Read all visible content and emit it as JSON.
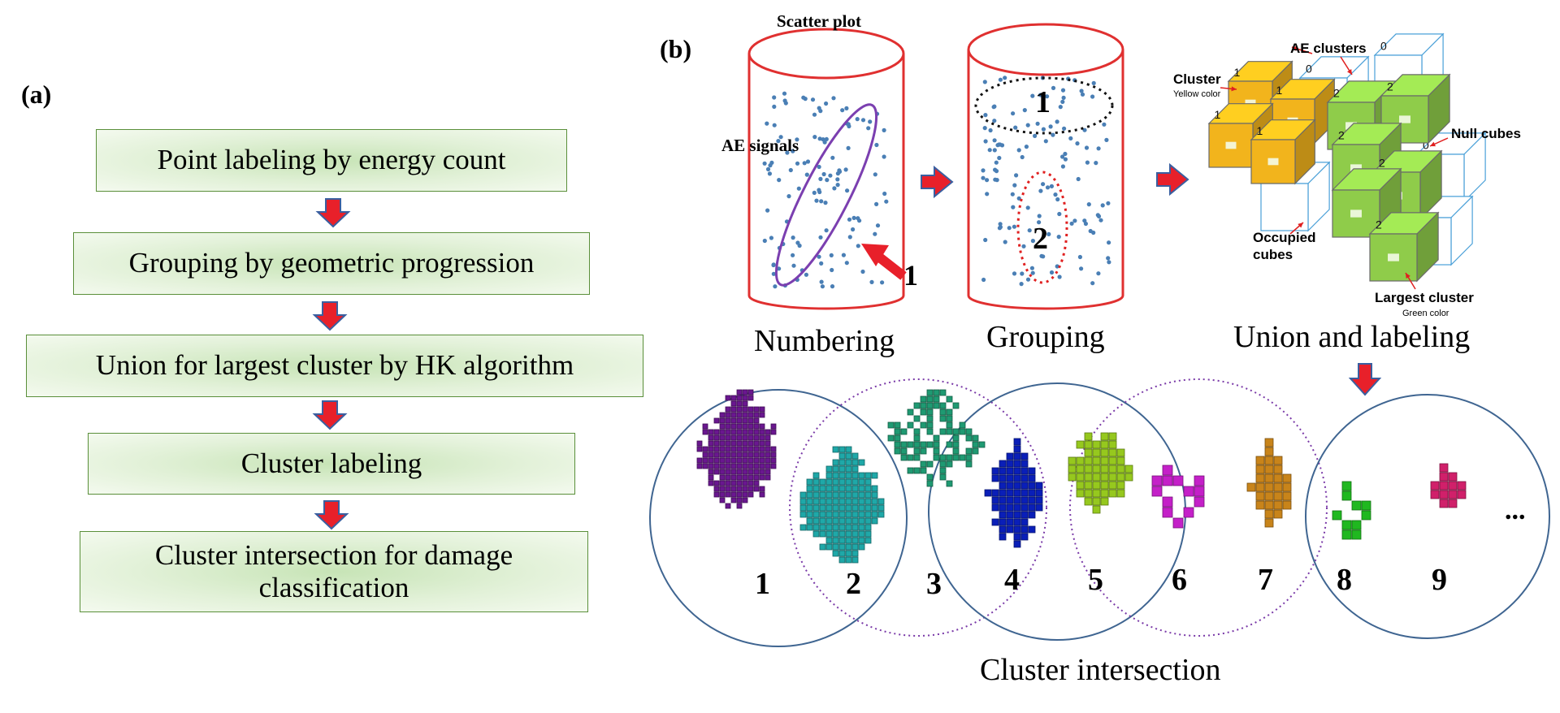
{
  "panel_a": {
    "label": "(a)",
    "steps": [
      "Point labeling by energy count",
      "Grouping by geometric progression",
      "Union for largest cluster by HK algorithm",
      "Cluster labeling",
      "Cluster intersection for damage classification"
    ]
  },
  "panel_b": {
    "label": "(b)",
    "scatter_plot_label": "Scatter plot",
    "ae_signals_label": "AE signals",
    "arrow_number": "1",
    "group_1": "1",
    "group_2": "2",
    "stage_labels": [
      "Numbering",
      "Grouping",
      "Union and labeling"
    ],
    "cube_diagram": {
      "ae_clusters": "AE clusters",
      "cluster": "Cluster",
      "cluster_color": "Yellow color",
      "null_cubes": "Null cubes",
      "occupied_cubes": "Occupied cubes",
      "largest_cluster": "Largest cluster",
      "largest_cluster_color": "Green color",
      "cube_numbers": [
        "1",
        "1",
        "1",
        "1",
        "0",
        "2",
        "2",
        "2",
        "2",
        "0",
        "0",
        "2",
        "0",
        "0"
      ]
    },
    "cluster_numbers": [
      "1",
      "2",
      "3",
      "4",
      "5",
      "6",
      "7",
      "8",
      "9"
    ],
    "ellipsis": "...",
    "bottom_label": "Cluster intersection"
  },
  "colors": {
    "flow_box_border": "#5a8f3a",
    "flow_box_fill": "#c7e4b6",
    "red_arrow": "#e8202a",
    "cylinder": "#e03030",
    "scatter_point": "#4a7fb5",
    "purple_ellipse": "#7b3fb0",
    "circle_solid": "#3f6591",
    "circle_dotted": "#7a3aa8",
    "cube_yellow": "#f2b41c",
    "cube_green": "#8fcc4a",
    "cube_null": "#4aa0d8",
    "cluster_colors": [
      "#6a1790",
      "#1fa8a8",
      "#1f9a72",
      "#0a1fb8",
      "#96c81e",
      "#c420c8",
      "#c8841a",
      "#20b820",
      "#d0206a"
    ]
  }
}
